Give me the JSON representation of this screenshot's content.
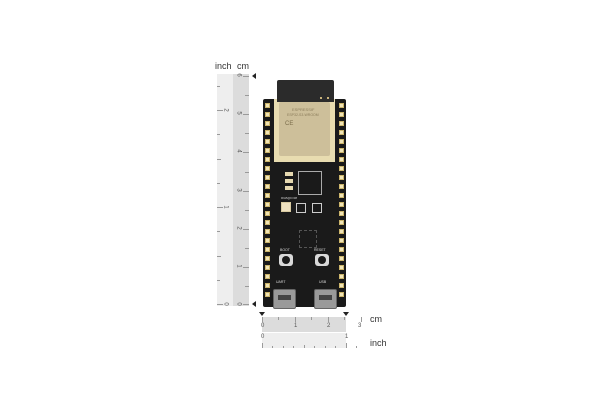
{
  "image": {
    "subject": "ESP32-S3 development board with dimension rulers",
    "background": "#ffffff"
  },
  "vertical_ruler": {
    "unit_labels": [
      "inch",
      "cm"
    ],
    "inch_ticks": [
      "0",
      "1",
      "2"
    ],
    "cm_ticks": [
      "0",
      "1",
      "2",
      "3",
      "4",
      "5",
      "6"
    ]
  },
  "horizontal_ruler": {
    "cm_label": "cm",
    "inch_label": "inch",
    "cm_ticks": [
      "0",
      "1",
      "2",
      "3"
    ],
    "inch_ticks": [
      "0",
      "1"
    ]
  },
  "board": {
    "module_brand": "ESPRESSIF",
    "module_model": "ESP32-S3-WROOM",
    "ce_mark": "CE",
    "led_label": "RGB@IO38",
    "buttons": [
      "BOOT",
      "RESET"
    ],
    "usb_ports": [
      "UART",
      "USB"
    ],
    "colors": {
      "pcb": "#1a1a1a",
      "module_shield": "#cdbf9a",
      "antenna": "#2b2b2b",
      "pin": "#f1e5b8"
    }
  }
}
